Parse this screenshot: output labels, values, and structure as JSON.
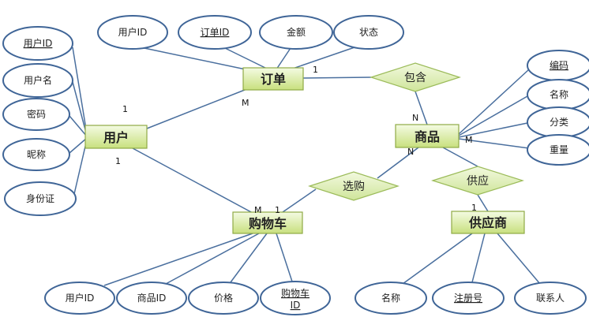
{
  "colors": {
    "line": "#4a6f9e",
    "attr_fill": "#ffffff",
    "attr_stroke": "#3f6597",
    "entity_fill_top": "#f4fbe3",
    "entity_fill_bottom": "#c8e07e",
    "entity_stroke": "#8faa45",
    "rel_fill_top": "#f2f9df",
    "rel_fill_bottom": "#cfe59a",
    "rel_stroke": "#9bbb59"
  },
  "entities": {
    "user": "用户",
    "order": "订单",
    "product": "商品",
    "cart": "购物车",
    "supplier": "供应商"
  },
  "relationships": {
    "contains": "包含",
    "select": "选购",
    "supply": "供应"
  },
  "attributes": {
    "user_id": "用户ID",
    "user_name": "用户名",
    "password": "密码",
    "nickname": "昵称",
    "id_card": "身份证",
    "order_user_id": "用户ID",
    "order_id": "订单ID",
    "amount": "金额",
    "status": "状态",
    "code": "编码",
    "product_name": "名称",
    "category": "分类",
    "weight": "重量",
    "cart_user_id": "用户ID",
    "cart_product_id": "商品ID",
    "price": "价格",
    "cart_id_line1": "购物车",
    "cart_id_line2": "ID",
    "supplier_name": "名称",
    "reg_no": "注册号",
    "contact": "联系人"
  },
  "cardinalities": {
    "user_order_1": "1",
    "order_m": "M",
    "order_contains_1": "1",
    "product_contains_n": "N",
    "user_cart_1": "1",
    "cart_m": "M",
    "cart_select_1": "1",
    "product_select_n": "N",
    "product_supply_m": "M",
    "supplier_1": "1"
  }
}
